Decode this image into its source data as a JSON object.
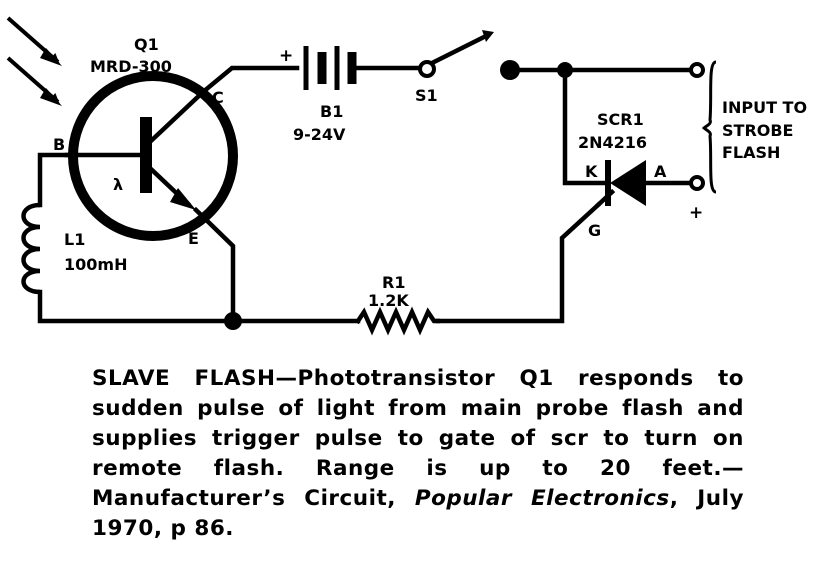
{
  "components": {
    "q1": {
      "ref": "Q1",
      "part": "MRD-300",
      "pin_b": "B",
      "pin_c": "C",
      "pin_e": "E",
      "lambda": "λ"
    },
    "l1": {
      "ref": "L1",
      "value": "100mH"
    },
    "b1": {
      "ref": "B1",
      "value": "9-24V",
      "plus": "+"
    },
    "s1": {
      "ref": "S1"
    },
    "r1": {
      "ref": "R1",
      "value": "1.2K"
    },
    "scr1": {
      "ref": "SCR1",
      "part": "2N4216",
      "pin_k": "K",
      "pin_a": "A",
      "pin_g": "G"
    }
  },
  "input": {
    "line1": "INPUT TO",
    "line2": "STROBE",
    "line3": "FLASH",
    "plus": "+"
  },
  "caption": {
    "title": "SLAVE FLASH",
    "body": "—Phototransistor Q1 responds to sudden pulse of light from main probe flash and supplies trigger pulse to gate of scr to turn on remote flash. Range is up to 20 feet.—Manufacturer’s Circuit, ",
    "source": "Popular Electronics",
    "tail": ", July 1970, p 86."
  }
}
